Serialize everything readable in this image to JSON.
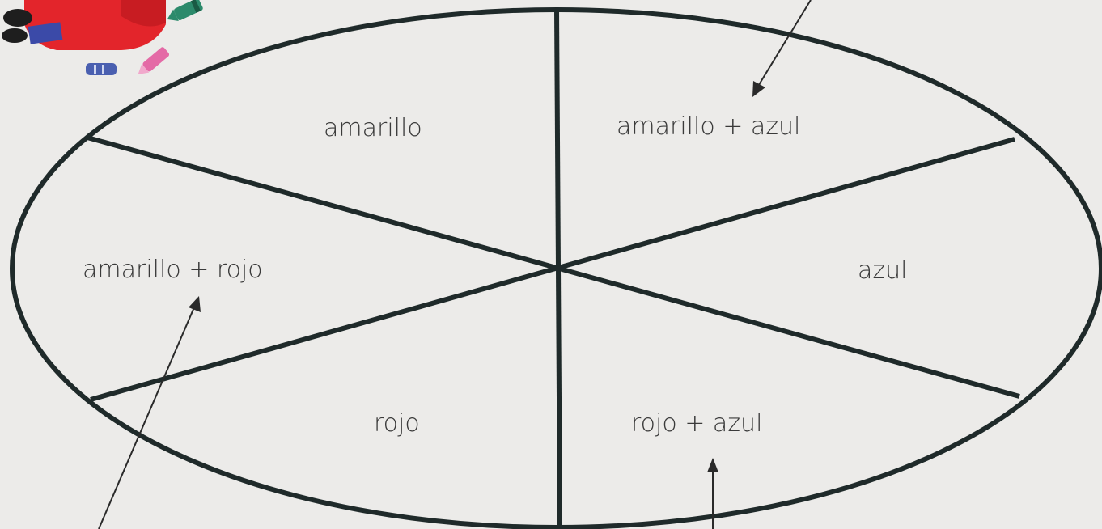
{
  "diagram": {
    "sectors": [
      {
        "id": "top-left",
        "label": "amarillo"
      },
      {
        "id": "top-right",
        "label": "amarillo + azul"
      },
      {
        "id": "right",
        "label": "azul"
      },
      {
        "id": "bottom-right",
        "label": "rojo + azul"
      },
      {
        "id": "bottom-left",
        "label": "rojo"
      },
      {
        "id": "left",
        "label": "amarillo + rojo"
      }
    ],
    "colors": {
      "background": "#ecebe9",
      "outline": "#1f2a2a",
      "text": "#3a3a3a"
    }
  },
  "decoration": {
    "icon": "crayons-illustration-icon",
    "colors": [
      "#e3252b",
      "#2c8a6b",
      "#4a5fb0",
      "#e46aa6",
      "#1e1e1e"
    ]
  }
}
